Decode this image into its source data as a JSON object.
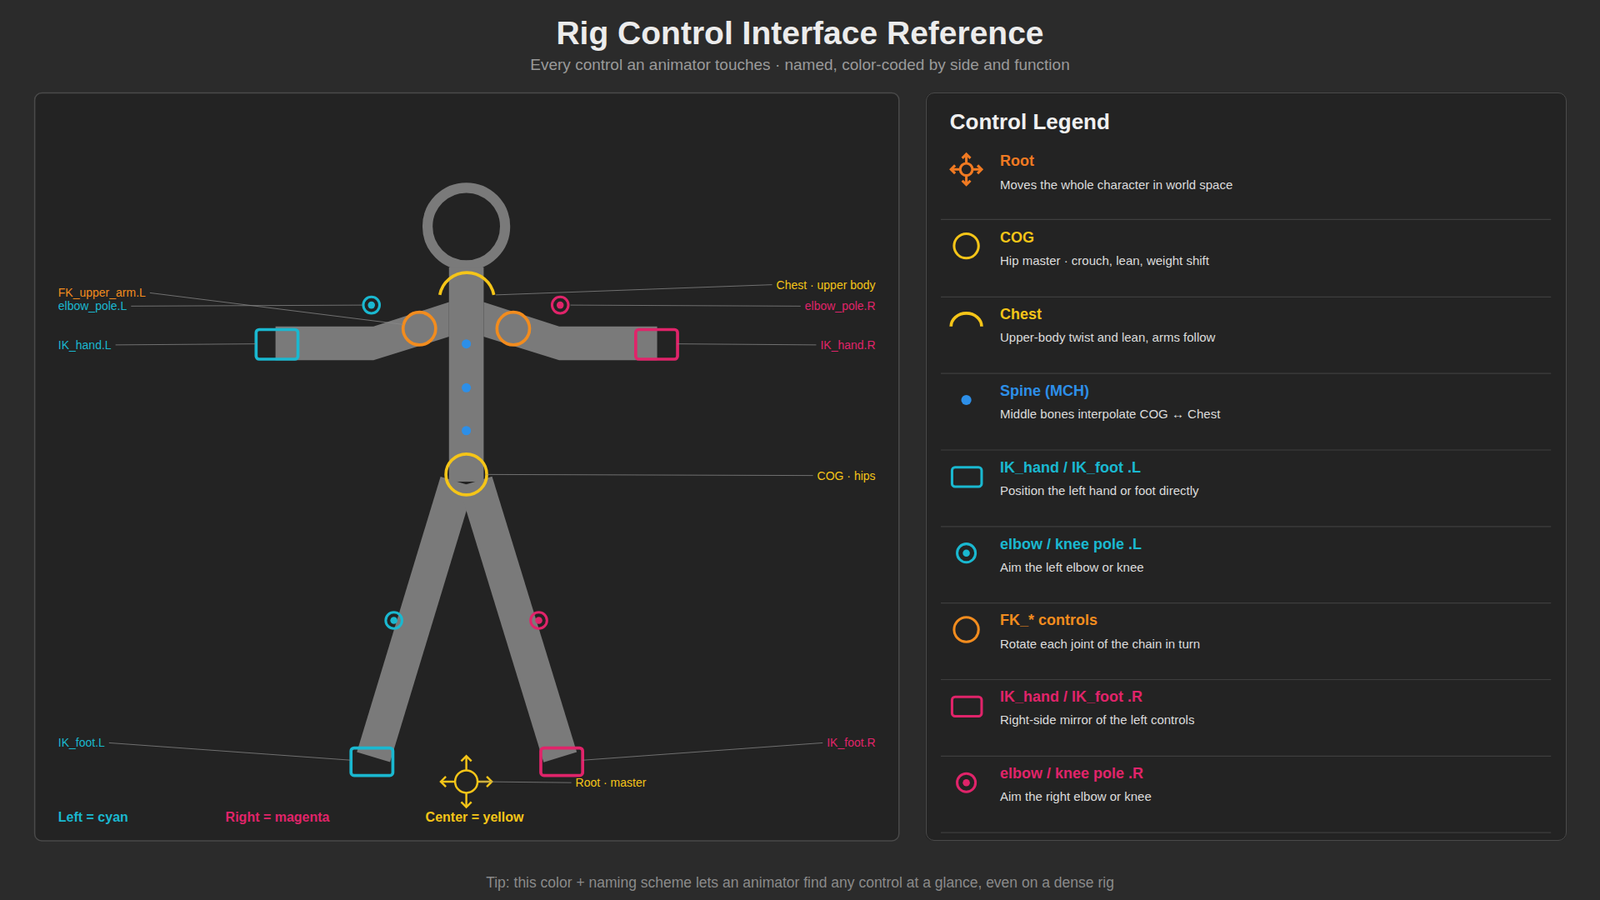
{
  "diagram": {
    "title": "Rig Control Interface Reference",
    "caption": "Tip: this color + naming scheme lets an animator find any control at a glance, even on a dense rig",
    "nodes": [
      {
        "text": [
          "Control Legend"
        ]
      }
    ],
    "labels": [
      "Every control an animator touches · named, color-coded by side and function",
      "FK_upper_arm.L",
      "elbow_pole.L",
      "IK_hand.L",
      "Chest · upper body",
      "elbow_pole.R",
      "IK_hand.R",
      "COG · hips",
      "IK_foot.L",
      "IK_foot.R",
      "Root · master",
      "Left = cyan",
      "Right = magenta",
      "Center = yellow",
      "Moves the whole character in world space",
      "Hip master · crouch, lean, weight shift",
      "Upper-body twist and lean, arms follow",
      "Middle bones interpolate COG ↔ Chest",
      "Position the left hand or foot directly",
      "Aim the left elbow or knee",
      "Rotate each joint of the chain in turn",
      "Right-side mirror of the left controls",
      "Aim the right elbow or knee"
    ],
    "legend": [
      {
        "text": "Root"
      },
      {
        "text": "COG"
      },
      {
        "text": "Chest"
      },
      {
        "text": "Spine (MCH)"
      },
      {
        "text": "IK_hand / IK_foot .L"
      },
      {
        "text": "elbow / knee pole .L"
      },
      {
        "text": "FK_* controls"
      },
      {
        "text": "IK_hand / IK_foot .R"
      },
      {
        "text": "elbow / knee pole .R"
      }
    ]
  }
}
